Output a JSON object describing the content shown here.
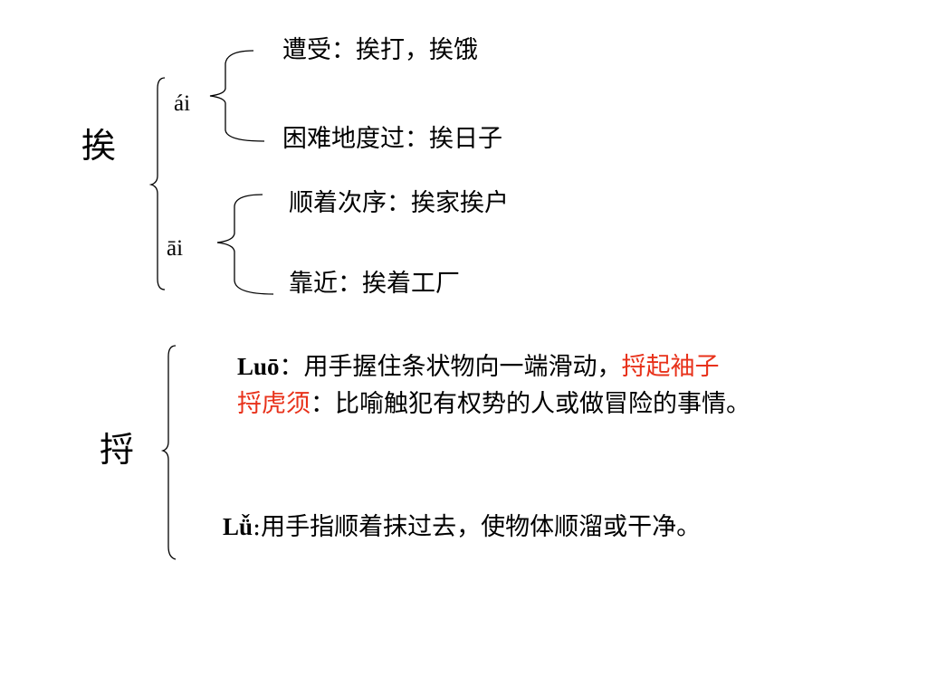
{
  "char1": {
    "character": "挨",
    "reading1": {
      "pinyin": "ái",
      "meanings": [
        "遭受：挨打，挨饿",
        "困难地度过：挨日子"
      ]
    },
    "reading2": {
      "pinyin": "āi",
      "meanings": [
        "顺着次序：挨家挨户",
        "靠近：挨着工厂"
      ]
    }
  },
  "char2": {
    "character": "捋",
    "reading1": {
      "pinyin": "Luō",
      "sep": "：",
      "def": "用手握住条状物向一端滑动，",
      "example": "捋起袖子",
      "idiom": "捋虎须",
      "idiom_def": "：比喻触犯有权势的人或做冒险的事情。"
    },
    "reading2": {
      "pinyin": "Lǚ",
      "def": ":用手指顺着抹过去，使物体顺溜或干净。"
    }
  },
  "colors": {
    "highlight": "#e8311a",
    "text": "#000000"
  }
}
